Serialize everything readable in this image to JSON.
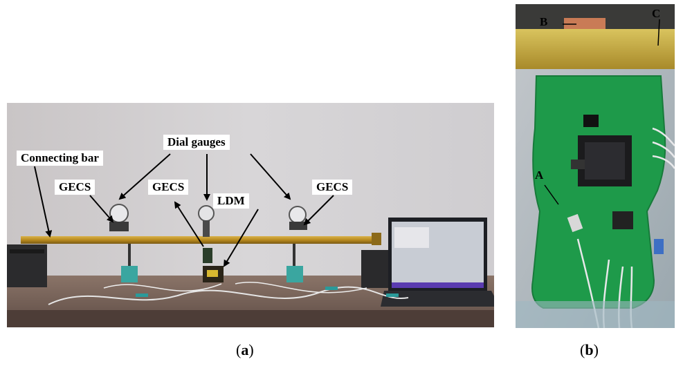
{
  "figure_a": {
    "labels": {
      "connecting_bar": "Connecting bar",
      "dial_gauges": "Dial gauges",
      "gecs_left": "GECS",
      "gecs_middle": "GECS",
      "gecs_right": "GECS",
      "ldm": "LDM"
    },
    "caption_open": "(",
    "caption_letter": "a",
    "caption_close": ")"
  },
  "figure_b": {
    "labels": {
      "a": "A",
      "b": "B",
      "c": "C"
    },
    "caption_open": "(",
    "caption_letter": "b",
    "caption_close": ")"
  }
}
